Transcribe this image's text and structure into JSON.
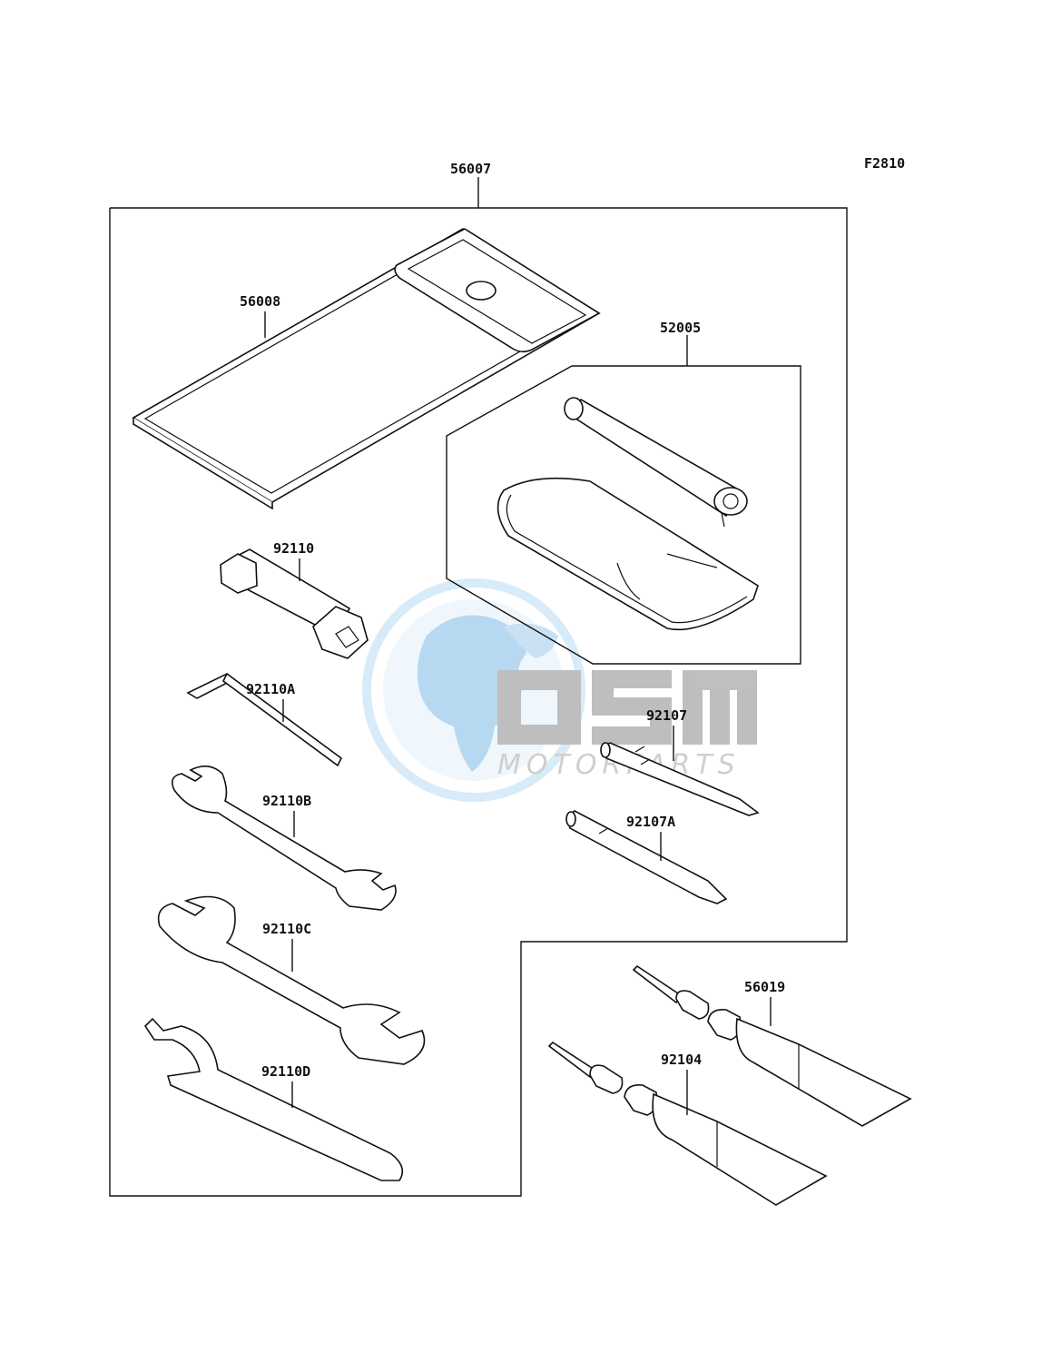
{
  "figure_code": "F2810",
  "parts": {
    "kit": "56007",
    "case": "56008",
    "pump_kit": "52005",
    "plug_wrench": "92110",
    "hex_key": "92110A",
    "wrench_b": "92110B",
    "wrench_c": "92110C",
    "hook_wrench": "92110D",
    "screwdriver": "92107",
    "screwdriver_a": "92107A",
    "tube_56019": "56019",
    "tube_92104": "92104"
  },
  "watermark": {
    "brand": "OSM",
    "sub": "MOTORPARTS",
    "colors": {
      "globe": "#6fb3e6",
      "globe_light": "#cfe6f7",
      "letters": "#8a8a8a",
      "sub_text": "#b0b0b0"
    }
  }
}
